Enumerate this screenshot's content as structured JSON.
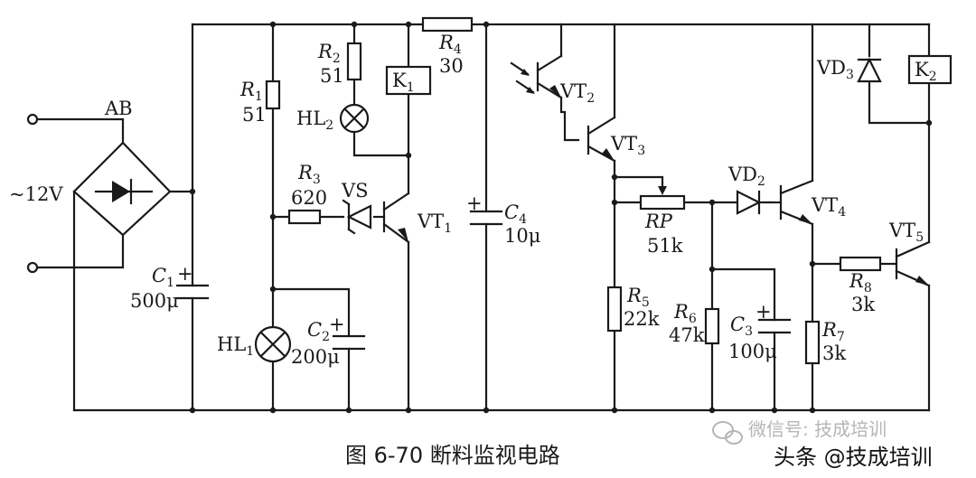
{
  "caption": "图 6-70   断料监视电路",
  "watermark": {
    "gray_text": "微信号: 技成培训",
    "dark_text": "头条 @技成培训"
  },
  "terminals": {
    "supply": "~12V",
    "bridge": "AB"
  },
  "components": {
    "R1": {
      "name": "R",
      "sub": "1",
      "value": "51"
    },
    "R2": {
      "name": "R",
      "sub": "2",
      "value": "51"
    },
    "R3": {
      "name": "R",
      "sub": "3",
      "value": "620"
    },
    "R4": {
      "name": "R",
      "sub": "4",
      "value": "30"
    },
    "R5": {
      "name": "R",
      "sub": "5",
      "value": "22k"
    },
    "R6": {
      "name": "R",
      "sub": "6",
      "value": "47k"
    },
    "R7": {
      "name": "R",
      "sub": "7",
      "value": "3k"
    },
    "R8": {
      "name": "R",
      "sub": "8",
      "value": "3k"
    },
    "RP": {
      "name": "RP",
      "value": "51k"
    },
    "C1": {
      "name": "C",
      "sub": "1",
      "value": "500μ"
    },
    "C2": {
      "name": "C",
      "sub": "2",
      "value": "200μ"
    },
    "C3": {
      "name": "C",
      "sub": "3",
      "value": "100μ"
    },
    "C4": {
      "name": "C",
      "sub": "4",
      "value": "10μ"
    },
    "HL1": {
      "name": "HL",
      "sub": "1"
    },
    "HL2": {
      "name": "HL",
      "sub": "2"
    },
    "K1": {
      "name": "K",
      "sub": "1"
    },
    "K2": {
      "name": "K",
      "sub": "2"
    },
    "VS": {
      "name": "VS"
    },
    "VD2": {
      "name": "VD",
      "sub": "2"
    },
    "VD3": {
      "name": "VD",
      "sub": "3"
    },
    "VT1": {
      "name": "VT",
      "sub": "1"
    },
    "VT2": {
      "name": "VT",
      "sub": "2"
    },
    "VT3": {
      "name": "VT",
      "sub": "3"
    },
    "VT4": {
      "name": "VT",
      "sub": "4"
    },
    "VT5": {
      "name": "VT",
      "sub": "5"
    }
  },
  "polarity_mark": "+"
}
